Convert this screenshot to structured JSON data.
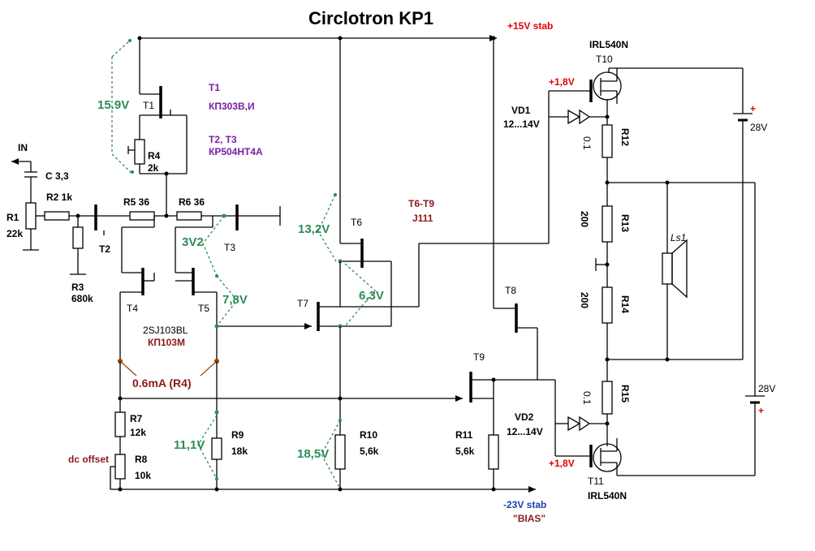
{
  "title": "Circlotron KP1",
  "rails": {
    "pos": "+15V stab",
    "neg": "-23V stab",
    "bias": "\"BIAS\""
  },
  "transistor_types": {
    "t1_head": "T1",
    "t1_type": "КП303В,И",
    "t23_head": "T2, T3",
    "t23_type": "КР504НТ4А",
    "t45_type1": "2SJ103BL",
    "t45_type2": "КП103М",
    "t69_head": "T6-T9",
    "t69_type": "J111"
  },
  "mosfets": {
    "top_part": "IRL540N",
    "top_ref": "T10",
    "bot_part": "IRL540N",
    "bot_ref": "T11",
    "top_gate_v": "+1,8V",
    "bot_gate_v": "+1,8V"
  },
  "diodes": {
    "vd1": "VD1",
    "vd1_val": "12...14V",
    "vd2": "VD2",
    "vd2_val": "12...14V"
  },
  "batteries": {
    "top_v": "28V",
    "top_plus": "+",
    "bot_v": "28V",
    "bot_plus": "+"
  },
  "components": {
    "in": "IN",
    "c": "C  3,3",
    "r1": "R1",
    "r1v": "22k",
    "r2": "R2  1k",
    "r3": "R3",
    "r3v": "680k",
    "r4": "R4",
    "r4v": "2k",
    "r5": "R5  36",
    "r6": "R6  36",
    "r7": "R7",
    "r7v": "12k",
    "r8": "R8",
    "r8v": "10k",
    "r9": "R9",
    "r9v": "18k",
    "r10": "R10",
    "r10v": "5,6k",
    "r11": "R11",
    "r11v": "5,6k",
    "r12": "R12",
    "r12v": "0.1",
    "r13": "R13",
    "r13v": "200",
    "r14": "R14",
    "r14v": "200",
    "r15": "R15",
    "r15v": "0.1",
    "ls1": "Ls1",
    "dc_offset": "dc offset",
    "t1": "T1",
    "t2": "T2",
    "t3": "T3",
    "t4": "T4",
    "t5": "T5",
    "t6": "T6",
    "t7": "T7",
    "t8": "T8",
    "t9": "T9"
  },
  "voltages": {
    "v159": "15.9V",
    "v3v2": "3V2",
    "v78": "7,8V",
    "v132": "13,2V",
    "v63": "6,3V",
    "v111": "11,1V",
    "v185": "18,5V",
    "i06": "0.6mA (R4)"
  },
  "colors": {
    "green": "#2e8b57",
    "purple": "#7a1fa2",
    "dark_red": "#8b1a1a",
    "red": "#e00000",
    "blue": "#1a3fb0"
  }
}
